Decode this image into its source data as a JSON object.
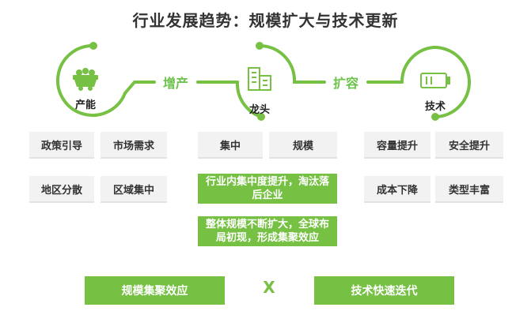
{
  "title": "行业发展趋势：规模扩大与技术更新",
  "nodes": {
    "left": {
      "label": "产能",
      "icon": "mine-cart-icon"
    },
    "middle": {
      "label": "龙头",
      "icon": "building-icon"
    },
    "right": {
      "label": "技术",
      "icon": "battery-icon"
    }
  },
  "connectors": {
    "left": "增产",
    "right": "扩容"
  },
  "left_grid": [
    "政策引导",
    "市场需求",
    "地区分散",
    "区域集中"
  ],
  "middle_grid": [
    "集中",
    "规模"
  ],
  "middle_green": [
    "行业内集中度提升，淘汰落后企业",
    "整体规模不断扩大，全球布局初现，形成集聚效应"
  ],
  "right_grid": [
    "容量提升",
    "安全提升",
    "成本下降",
    "类型丰富"
  ],
  "bottom": {
    "left": "规模集聚效应",
    "operator": "X",
    "right": "技术快速迭代"
  },
  "colors": {
    "accent": "#76c043",
    "box_bg": "#f2f2f2"
  }
}
